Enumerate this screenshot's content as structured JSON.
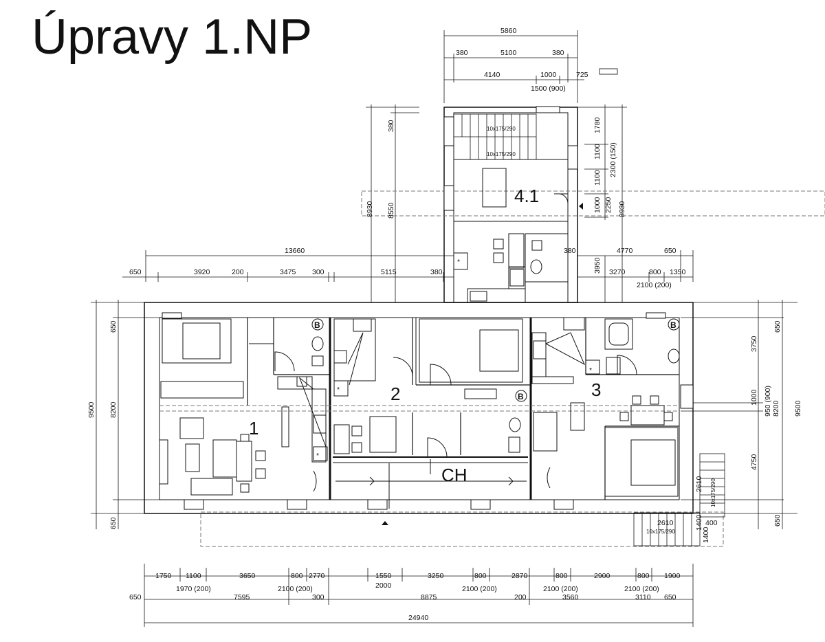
{
  "title": "Úpravy 1.NP",
  "rooms": {
    "r1": "1",
    "r2": "2",
    "r3": "3",
    "r41": "4.1",
    "ch": "CH"
  },
  "bath_marker": "B",
  "wc_marker": "*",
  "stair_labels": {
    "upper_a": "10x175/290",
    "upper_b": "10x175/290",
    "side": "10x175/290",
    "bottom": "10x175/290"
  },
  "dims": {
    "top_total": "5860",
    "top_380a": "380",
    "top_5100": "5100",
    "top_380b": "380",
    "top_4140": "4140",
    "top_1000": "1000",
    "top_725": "725",
    "top_1500": "1500 (900)",
    "left_380": "380",
    "left_8930": "8930",
    "left_8550": "8550",
    "right_1780": "1780",
    "right_1100a": "1100",
    "right_1100b": "1100",
    "right_2300": "2300 (150)",
    "right_1000": "1000",
    "right_2250": "2250",
    "right_8930": "8930",
    "w_13660": "13660",
    "w_650": "650",
    "w_3920": "3920",
    "w_200": "200",
    "w_3475": "3475",
    "w_300": "300",
    "w_5115": "5115",
    "w_380": "380",
    "e_380": "380",
    "e_4770": "4770",
    "e_650": "650",
    "e_3950": "3950",
    "e_3270": "3270",
    "e_800": "800",
    "e_1350": "1350",
    "e_2100": "2100 (200)",
    "l_650a": "650",
    "l_9500": "9500",
    "l_8200": "8200",
    "l_650b": "650",
    "r_650a": "650",
    "r_3750": "3750",
    "r_1000": "1000",
    "r_950": "950 (900)",
    "r_8200": "8200",
    "r_9500": "9500",
    "r_4750": "4750",
    "r_650b": "650",
    "s_2610a": "2610",
    "s_2610b": "2610",
    "s_1400a": "1400",
    "s_400": "400",
    "s_1400b": "1400",
    "b1_1750": "1750",
    "b1_1100": "1100",
    "b1_3650": "3650",
    "b1_800a": "800",
    "b1_2770": "2770",
    "b1_1550": "1550",
    "b1_3250": "3250",
    "b1_800b": "800",
    "b1_2870": "2870",
    "b1_800c": "800",
    "b1_2900": "2900",
    "b1_800d": "800",
    "b1_1900": "1900",
    "b2_1970": "1970 (200)",
    "b2_2100a": "2100 (200)",
    "b2_2000": "2000",
    "b2_2100b": "2100 (200)",
    "b2_2100c": "2100 (200)",
    "b2_2100d": "2100 (200)",
    "b3_650a": "650",
    "b3_7595": "7595",
    "b3_300": "300",
    "b3_8875": "8875",
    "b3_200": "200",
    "b3_3560": "3560",
    "b3_3110": "3110",
    "b3_650b": "650",
    "b4_24940": "24940"
  }
}
